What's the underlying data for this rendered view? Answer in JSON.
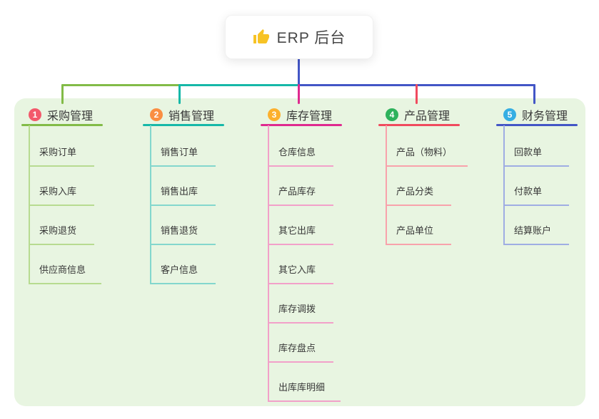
{
  "root": {
    "label": "ERP 后台",
    "icon": "thumbs-up-icon",
    "icon_color": "#f7c325",
    "stem_color": "#4356c6"
  },
  "canvas": {
    "page_bg": "#ffffff",
    "card_bg": "#e8f5e1",
    "text_color": "#383838"
  },
  "branches": [
    {
      "badge": "1",
      "title": "采购管理",
      "badge_color": "#f3596b",
      "line_color": "#82bb47",
      "light_color": "#b7db90",
      "children": [
        "采购订单",
        "采购入库",
        "采购退货",
        "供应商信息"
      ]
    },
    {
      "badge": "2",
      "title": "销售管理",
      "badge_color": "#fa8e42",
      "line_color": "#16b8a8",
      "light_color": "#83d7cd",
      "children": [
        "销售订单",
        "销售出库",
        "销售退货",
        "客户信息"
      ]
    },
    {
      "badge": "3",
      "title": "库存管理",
      "badge_color": "#fcb02e",
      "line_color": "#df2a8f",
      "light_color": "#f2a0c9",
      "children": [
        "仓库信息",
        "产品库存",
        "其它出库",
        "其它入库",
        "库存调拨",
        "库存盘点",
        "出库库明细"
      ]
    },
    {
      "badge": "4",
      "title": "产品管理",
      "badge_color": "#2eb25c",
      "line_color": "#f04a5e",
      "light_color": "#f8a2ab",
      "children": [
        "产品（物料）",
        "产品分类",
        "产品单位"
      ]
    },
    {
      "badge": "5",
      "title": "财务管理",
      "badge_color": "#35aee3",
      "line_color": "#4356c6",
      "light_color": "#9fade3",
      "children": [
        "回款单",
        "付款单",
        "结算账户"
      ]
    }
  ]
}
